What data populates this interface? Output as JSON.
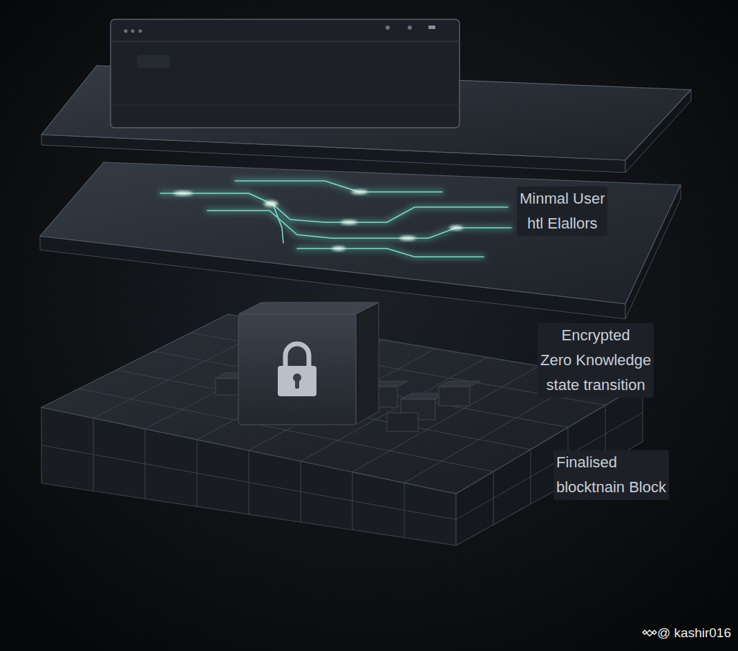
{
  "diagram": {
    "labels": [
      "Minmal User htl Elallors",
      "Encrypted Zero Knowledge state transition",
      "Finalised blocktnain Block",
      "@ kashir016"
    ]
  }
}
